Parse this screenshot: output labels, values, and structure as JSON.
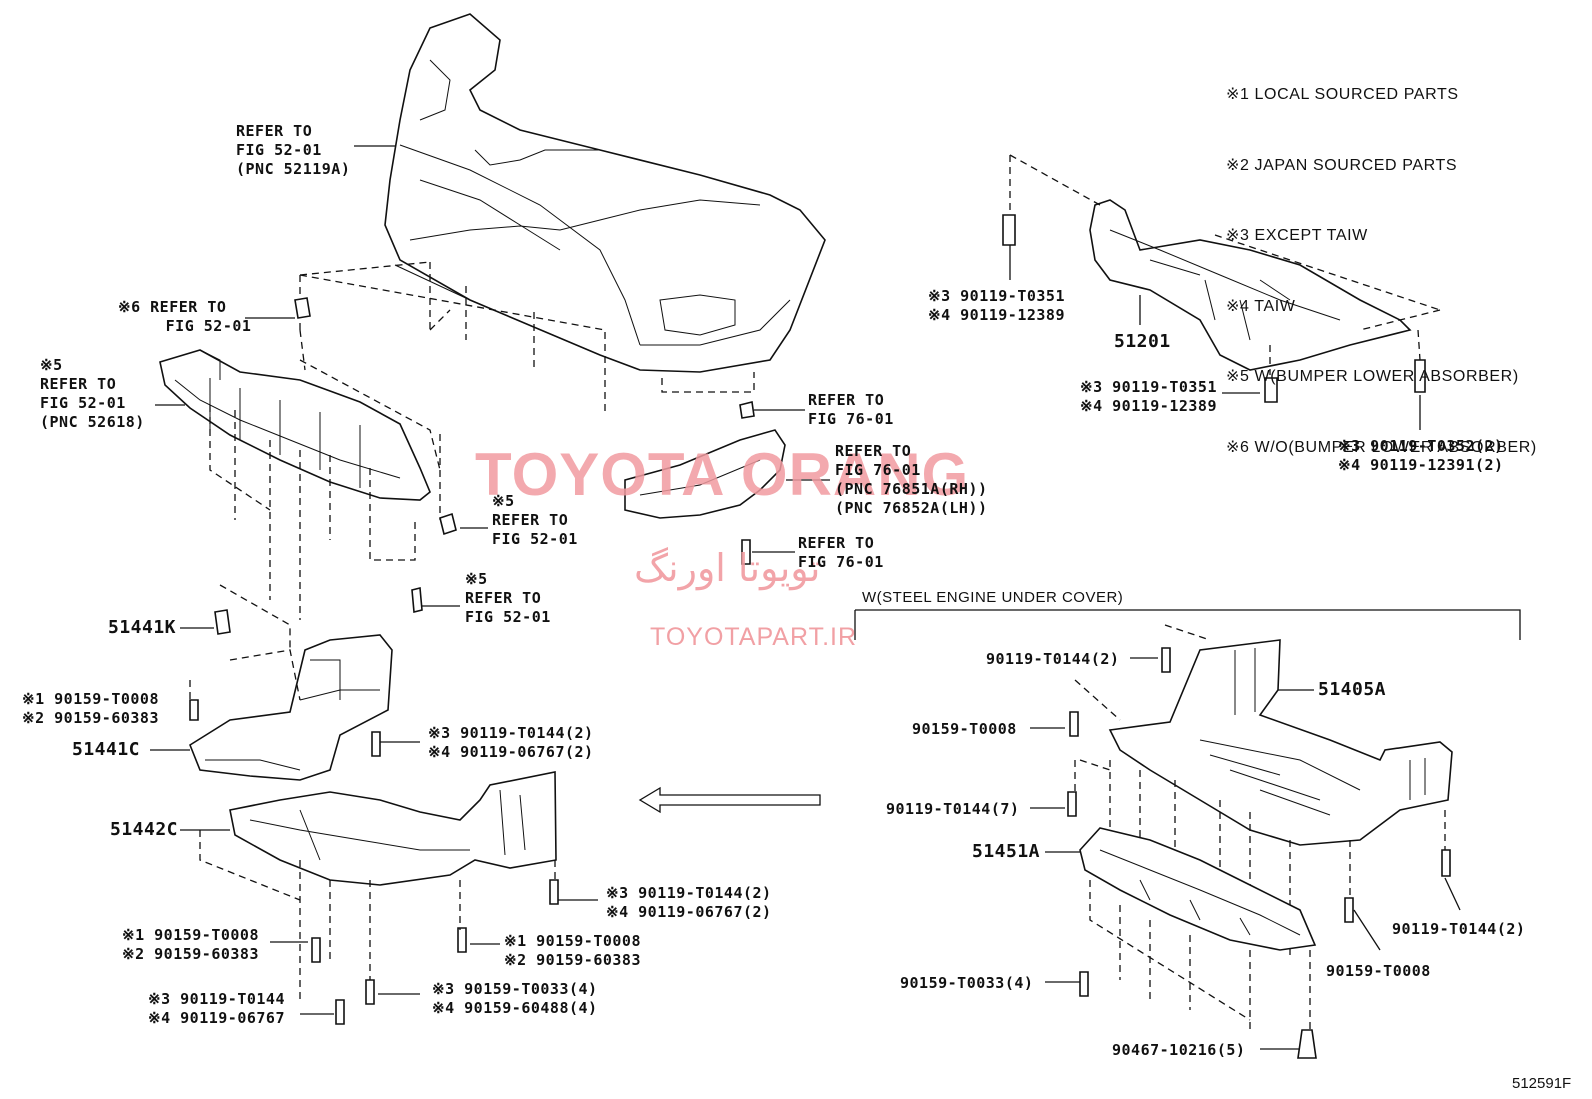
{
  "legend": [
    "※1 LOCAL SOURCED PARTS",
    "※2 JAPAN SOURCED PARTS",
    "※3 EXCEPT TAIW",
    "※4 TAIW",
    "※5 W(BUMPER LOWER ABSORBER)",
    "※6 W/O(BUMPER LOWER ABSORBER)"
  ],
  "watermark": {
    "brand": "TOYOTA ORANG",
    "persian": "تویوتا اورنگ",
    "url": "TOYOTAPART.IR"
  },
  "figure_id": "512591F",
  "caption": "W(STEEL ENGINE UNDER COVER)",
  "callouts": {
    "bumper_ref": "REFER TO\nFIG 52-01\n(PNC 52119A)",
    "ref_6": "※6 REFER TO\n     FIG 52-01",
    "ref_5_absorber": "※5\nREFER TO\nFIG 52-01\n(PNC 52618)",
    "ref_5_clip": "※5\nREFER TO\nFIG 52-01",
    "ref_5_screw": "※5\nREFER TO\nFIG 52-01",
    "ref_76_clip": "REFER TO\nFIG 76-01",
    "ref_76_spoiler": "REFER TO\nFIG 76-01\n(PNC 76851A(RH))\n(PNC 76852A(LH))",
    "ref_76_screw": "REFER TO\nFIG 76-01",
    "bolt_crossmember_top": "※3 90119-T0351\n※4 90119-12389",
    "bolt_crossmember_mid": "※3 90119-T0351\n※4 90119-12389",
    "bolt_crossmember_right": "※3 90119-T0352(2)\n※4 90119-12391(2)",
    "screw_c1": "※1 90159-T0008\n※2 90159-60383",
    "bolt_c1": "※3 90119-T0144(2)\n※4 90119-06767(2)",
    "bolt_c2": "※3 90119-T0144(2)\n※4 90119-06767(2)",
    "screw_lower_left": "※1 90159-T0008\n※2 90159-60383",
    "screw_lower_mid": "※1 90159-T0008\n※2 90159-60383",
    "bolt_lower_left": "※3 90119-T0144\n※4 90119-06767",
    "bolt_lower_mid": "※3 90159-T0033(4)\n※4 90159-60488(4)",
    "r_bolt_top": "90119-T0144(2)",
    "r_screw_1": "90159-T0008",
    "r_bolt_7": "90119-T0144(7)",
    "r_bolt_right": "90119-T0144(2)",
    "r_screw_right": "90159-T0008",
    "r_screw_4": "90159-T0033(4)",
    "r_clip_5": "90467-10216(5)"
  },
  "part_numbers": {
    "crossmember": "51201",
    "clip_k": "51441K",
    "cover_c": "51441C",
    "cover_lower": "51442C",
    "steel_cover": "51405A",
    "steel_under": "51451A"
  }
}
